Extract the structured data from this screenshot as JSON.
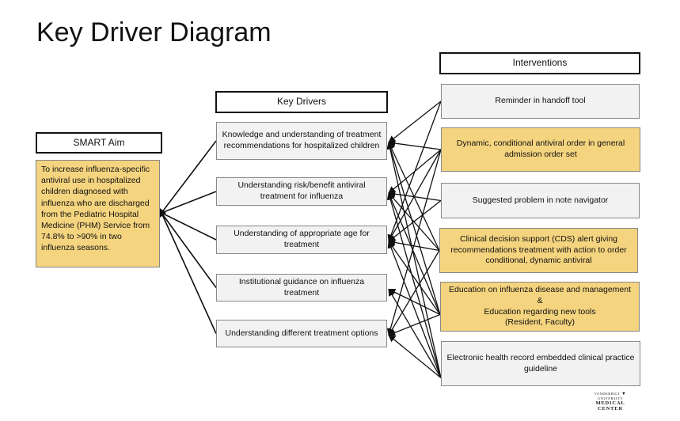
{
  "title": "Key Driver Diagram",
  "headers": {
    "smart_aim": "SMART Aim",
    "key_drivers": "Key Drivers",
    "interventions": "Interventions"
  },
  "smart_aim_text": "To increase influenza-specific antiviral use in hospitalized children diagnosed with influenza who are discharged from the Pediatric Hospital Medicine (PHM) Service from 74.8% to >90% in two influenza seasons.",
  "key_drivers": [
    "Knowledge and understanding of treatment recommendations for hospitalized children",
    "Understanding risk/benefit antiviral treatment for influenza",
    "Understanding of appropriate age for treatment",
    "Institutional guidance on influenza treatment",
    "Understanding different treatment options"
  ],
  "interventions": [
    {
      "text": "Reminder in handoff tool",
      "highlight": false
    },
    {
      "text": "Dynamic, conditional antiviral order in general admission order set",
      "highlight": true
    },
    {
      "text": "Suggested problem in note navigator",
      "highlight": false
    },
    {
      "text": "Clinical decision support (CDS) alert giving recommendations treatment with action to order conditional, dynamic antiviral",
      "highlight": true
    },
    {
      "text": "Education on influenza disease and management &\nEducation regarding new tools\n(Resident, Faculty)",
      "highlight": true
    },
    {
      "text": "Electronic health record embedded clinical practice guideline",
      "highlight": false
    }
  ],
  "colors": {
    "gold": "#f5d47f",
    "gray": "#f2f2f2",
    "line": "#111111"
  },
  "links": [
    [
      0,
      0
    ],
    [
      0,
      2
    ],
    [
      1,
      0
    ],
    [
      1,
      1
    ],
    [
      1,
      2
    ],
    [
      1,
      4
    ],
    [
      2,
      1
    ],
    [
      2,
      2
    ],
    [
      3,
      0
    ],
    [
      3,
      1
    ],
    [
      3,
      2
    ],
    [
      3,
      4
    ],
    [
      4,
      0
    ],
    [
      4,
      1
    ],
    [
      4,
      2
    ],
    [
      4,
      3
    ],
    [
      4,
      4
    ],
    [
      5,
      0
    ],
    [
      5,
      1
    ],
    [
      5,
      2
    ],
    [
      5,
      3
    ],
    [
      5,
      4
    ]
  ],
  "logo": {
    "line1": "VANDERBILT",
    "line1b": "UNIVERSITY",
    "line2": "MEDICAL CENTER"
  }
}
